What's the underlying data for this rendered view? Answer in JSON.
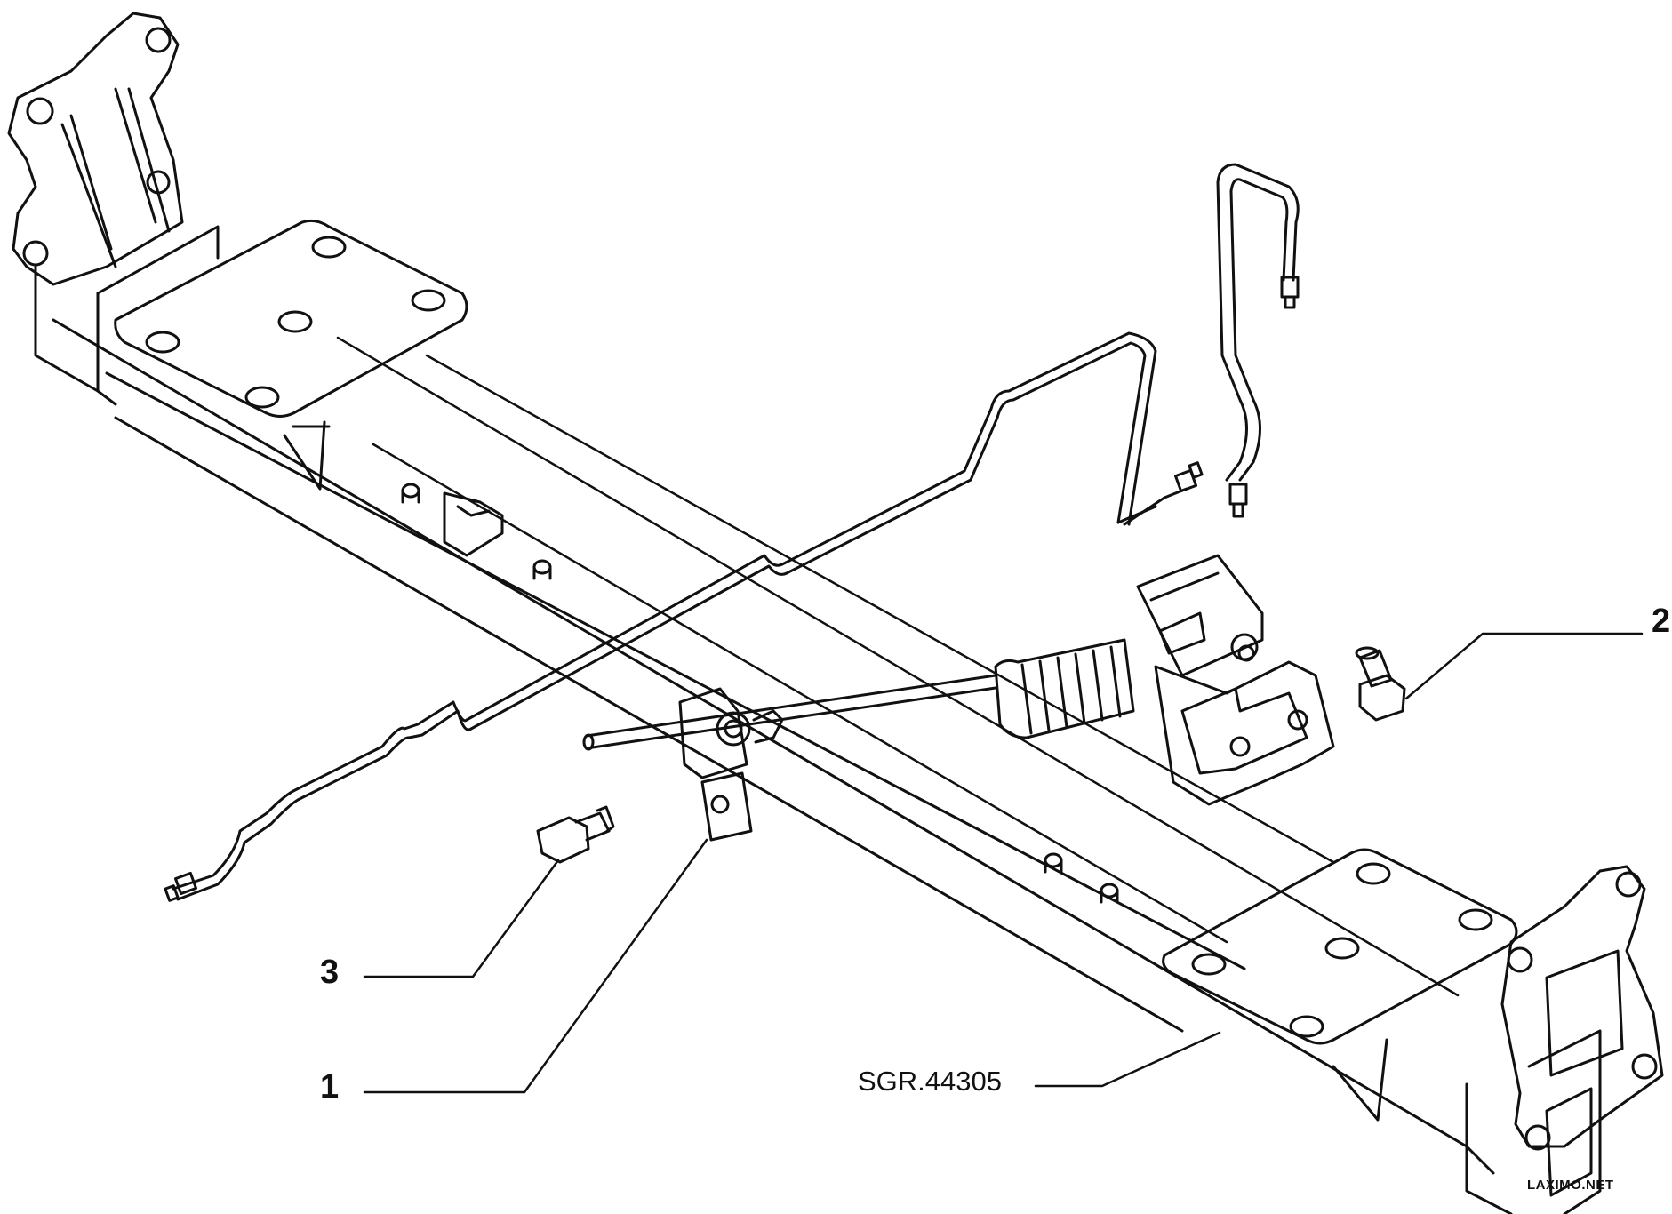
{
  "callouts": {
    "part_1": "1",
    "part_2": "2",
    "part_3": "3"
  },
  "reference_code": "SGR.44305",
  "watermark": "LAXIMO.NET",
  "colors": {
    "ink": "#111111",
    "paper": "#ffffff"
  }
}
